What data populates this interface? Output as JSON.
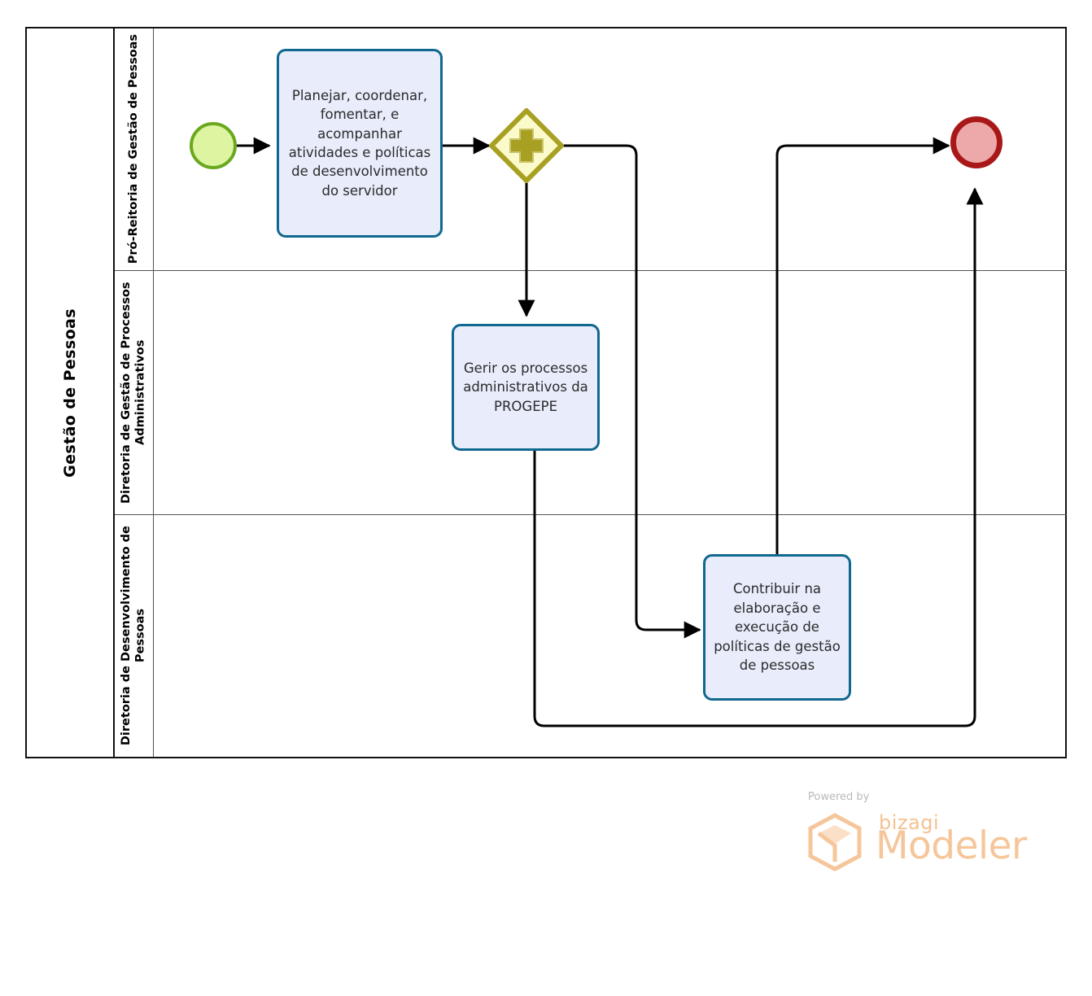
{
  "diagram": {
    "type": "bpmn-process-diagram",
    "pool": {
      "name": "Gestão de Pessoas"
    },
    "lanes": [
      {
        "id": "lane-0",
        "name": "Pró-Reitoria de Gestão de Pessoas"
      },
      {
        "id": "lane-1",
        "name": "Diretoria de Gestão de Processos Administrativos"
      },
      {
        "id": "lane-2",
        "name": "Diretoria de Desenvolvimento de Pessoas"
      }
    ],
    "nodes": [
      {
        "id": "start-event",
        "type": "start-event",
        "lane": "lane-0",
        "label": ""
      },
      {
        "id": "task-planejar",
        "type": "task",
        "lane": "lane-0",
        "label": "Planejar, coordenar, fomentar, e acompanhar atividades e políticas de desenvolvimento do servidor"
      },
      {
        "id": "parallel-gateway",
        "type": "parallel-gateway",
        "lane": "lane-0",
        "label": ""
      },
      {
        "id": "task-gerir",
        "type": "task",
        "lane": "lane-1",
        "label": "Gerir os processos administrativos da PROGEPE"
      },
      {
        "id": "task-contribuir",
        "type": "task",
        "lane": "lane-2",
        "label": "Contribuir na elaboração e execução de políticas de gestão de pessoas"
      },
      {
        "id": "end-event",
        "type": "end-event",
        "lane": "lane-0",
        "label": ""
      }
    ],
    "colors": {
      "start_event_fill": "#ddf4a0",
      "start_event_stroke": "#6aa81f",
      "end_event_fill": "#eda9a9",
      "end_event_stroke": "#a91818",
      "gateway_fill": "#fbfacb",
      "gateway_stroke": "#a8a022",
      "gateway_symbol": "#a8a022",
      "task_fill": "#e8ecfb",
      "task_stroke": "#11688f",
      "pool_stroke": "#111111",
      "lane_stroke": "#555555",
      "connector": "#000000",
      "watermark": "#f6c69a"
    }
  },
  "watermark": {
    "powered_by": "Powered by",
    "brand": "bizagi",
    "product": "Modeler"
  }
}
